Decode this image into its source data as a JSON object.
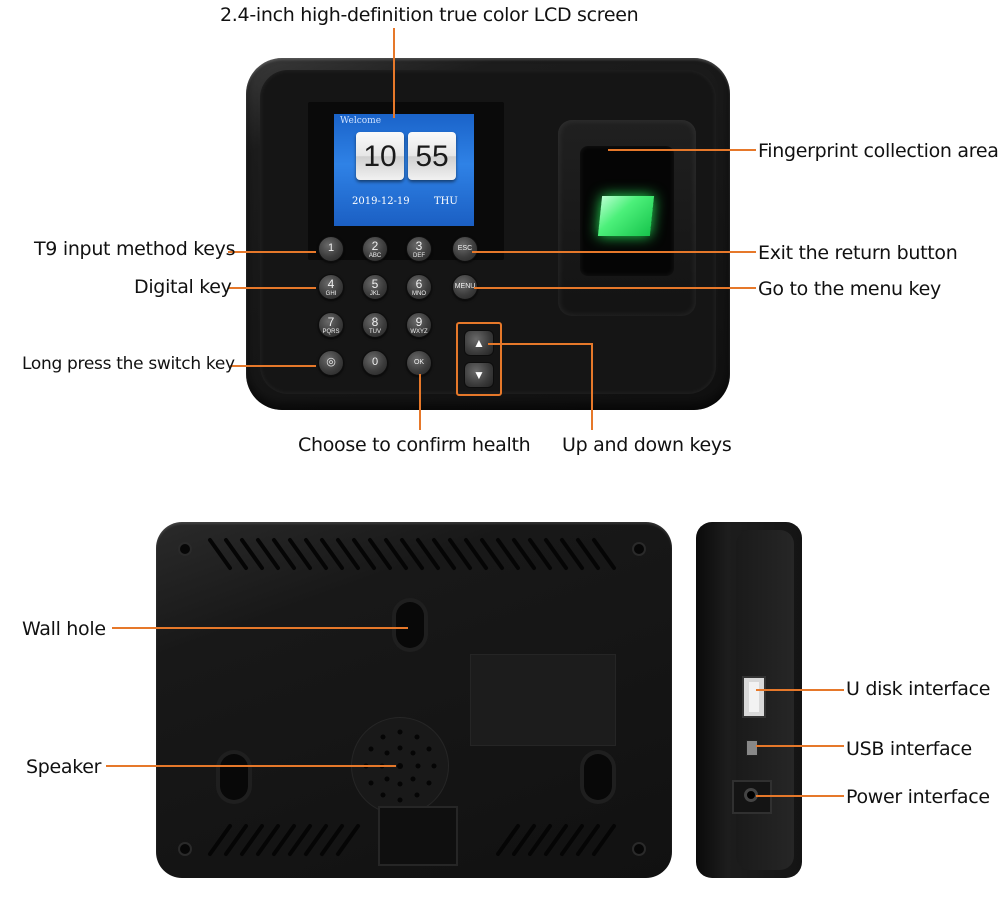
{
  "colors": {
    "callout_line": "#e6782a",
    "fingerprint_glow": "#2de86a",
    "lcd_blue": "#2f82e6"
  },
  "callouts": {
    "lcd_screen": "2.4-inch high-definition true color LCD screen",
    "fingerprint_area": "Fingerprint collection area",
    "t9_keys": "T9 input method keys",
    "exit_button": "Exit the return button",
    "digital_key": "Digital key",
    "menu_key": "Go to the menu key",
    "switch_key": "Long press the switch key",
    "confirm": "Choose to confirm health",
    "up_down": "Up and down keys",
    "wall_hole": "Wall hole",
    "speaker": "Speaker",
    "u_disk": "U disk interface",
    "usb": "USB interface",
    "power": "Power interface"
  },
  "lcd": {
    "welcome": "Welcome",
    "hour": "10",
    "minute": "55",
    "date": "2019-12-19",
    "day": "THU"
  },
  "keypad": {
    "k1": "1",
    "k2": "2",
    "k2_sub": "ABC",
    "k3": "3",
    "k3_sub": "DEF",
    "esc": "ESC",
    "k4": "4",
    "k4_sub": "GHI",
    "k5": "5",
    "k5_sub": "JKL",
    "k6": "6",
    "k6_sub": "MNO",
    "menu": "MENU",
    "k7": "7",
    "k7_sub": "PQRS",
    "k8": "8",
    "k8_sub": "TUV",
    "k9": "9",
    "k9_sub": "WXYZ",
    "switch": "◎",
    "k0": "0",
    "ok": "OK",
    "up": "▲",
    "down": "▼"
  }
}
